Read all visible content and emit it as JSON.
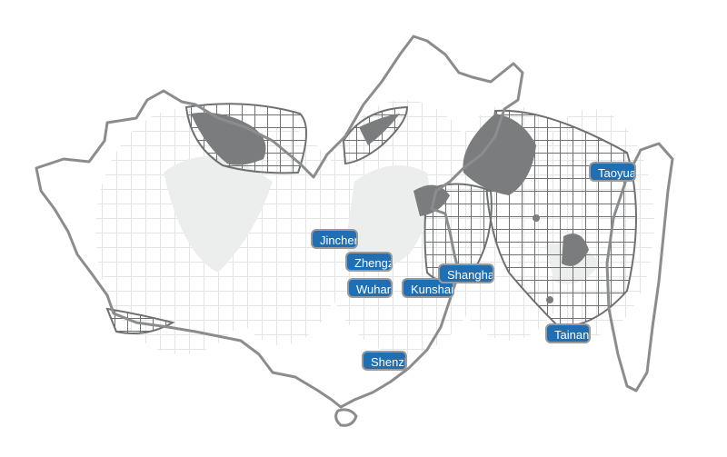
{
  "map": {
    "colors": {
      "outline": "#8a8c8e",
      "grid": "#6e7072",
      "land": "#7a7c7e",
      "faint_globe": "#eef0f0",
      "label_bg": "#1f6fb2",
      "label_text": "#ffffff"
    },
    "cities": [
      {
        "id": "jincheng",
        "label": "Jinchen"
      },
      {
        "id": "zhengzhou",
        "label": "Zhengzhou"
      },
      {
        "id": "wuhan",
        "label": "Wuhan"
      },
      {
        "id": "kunshan",
        "label": "Kunshan"
      },
      {
        "id": "shanghai",
        "label": "Shanghai"
      },
      {
        "id": "taoyuan",
        "label": "Taoyuan"
      },
      {
        "id": "tainan",
        "label": "Tainan"
      },
      {
        "id": "shenzhen",
        "label": "Shenzhen"
      }
    ]
  }
}
